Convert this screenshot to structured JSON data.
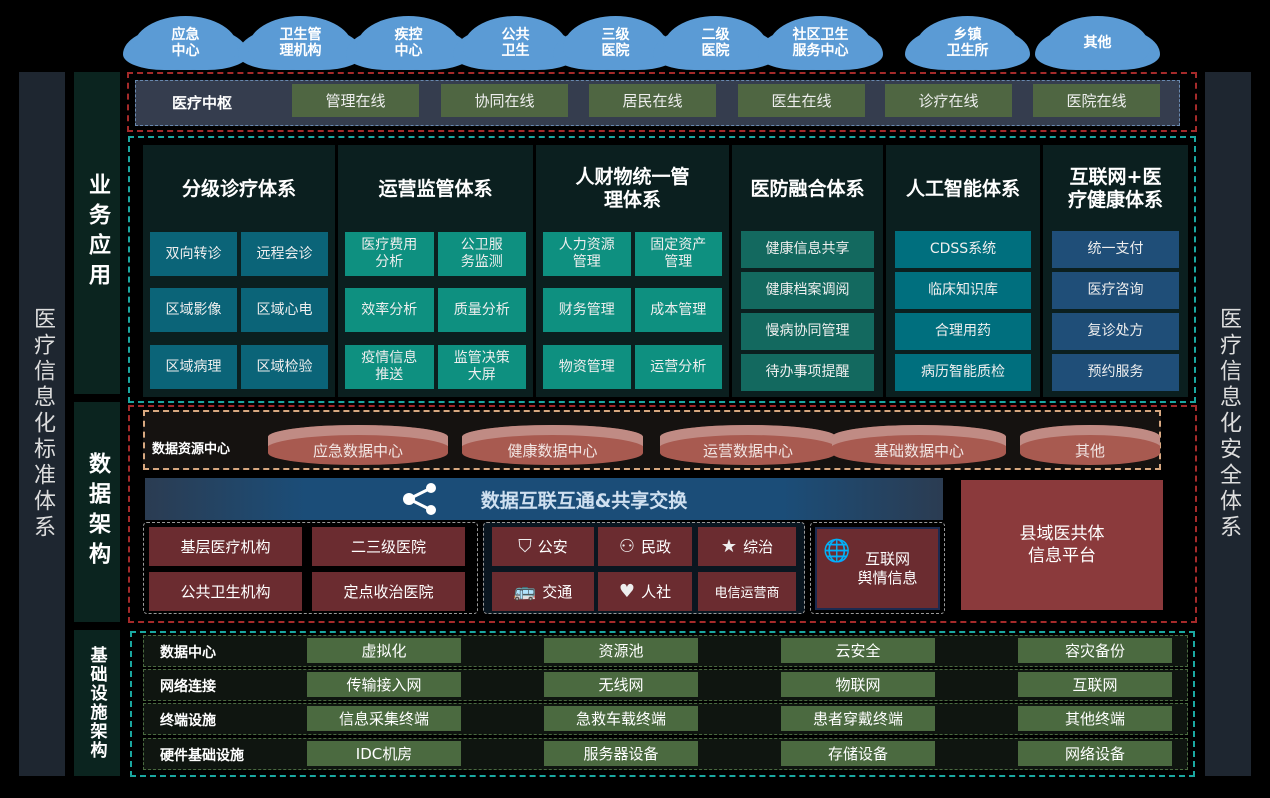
{
  "clouds": [
    "应急\n中心",
    "卫生管\n理机构",
    "疾控\n中心",
    "公共\n卫生",
    "三级\n医院",
    "二级\n医院",
    "社区卫生\n服务中心",
    "乡镇\n卫生所",
    "其他"
  ],
  "left_column": "医疗信息化标准体系",
  "right_column": "医疗信息化安全体系",
  "layers": {
    "business": "业务应用",
    "data": "数据架构",
    "infra": "基础设施架构"
  },
  "hub": {
    "label": "医疗中枢",
    "items": [
      "管理在线",
      "协同在线",
      "居民在线",
      "医生在线",
      "诊疗在线",
      "医院在线"
    ]
  },
  "systems": [
    {
      "title": "分级诊疗体系",
      "items": [
        "双向转诊",
        "远程会诊",
        "区域影像",
        "区域心电",
        "区域病理",
        "区域检验"
      ],
      "color": "#0b6478"
    },
    {
      "title": "运营监管体系",
      "items": [
        "医疗费用\n分析",
        "公卫服\n务监测",
        "效率分析",
        "质量分析",
        "疫情信息\n推送",
        "监管决策\n大屏"
      ],
      "color": "#0e9080"
    },
    {
      "title": "人财物统一管\n理体系",
      "items": [
        "人力资源\n管理",
        "固定资产\n管理",
        "财务管理",
        "成本管理",
        "物资管理",
        "运营分析"
      ],
      "color": "#0e9080"
    },
    {
      "title": "医防融合体系",
      "items": [
        "健康信息共享",
        "健康档案调阅",
        "慢病协同管理",
        "待办事项提醒"
      ],
      "color": "#13695f"
    },
    {
      "title": "人工智能体系",
      "items": [
        "CDSS系统",
        "临床知识库",
        "合理用药",
        "病历智能质检"
      ],
      "color": "#006f7e"
    },
    {
      "title": "互联网+医\n疗健康体系",
      "items": [
        "统一支付",
        "医疗咨询",
        "复诊处方",
        "预约服务"
      ],
      "color": "#1f4e78"
    }
  ],
  "data_center": {
    "label": "数据资源中心",
    "items": [
      "应急数据中心",
      "健康数据中心",
      "运营数据中心",
      "基础数据中心",
      "其他"
    ]
  },
  "exchange": {
    "label": "数据互联互通&共享交换"
  },
  "sources_medical": [
    "基层医疗机构",
    "二三级医院",
    "公共卫生机构",
    "定点收治医院"
  ],
  "sources_gov": [
    {
      "label": "公安",
      "icon": "police-badge-icon"
    },
    {
      "label": "民政",
      "icon": "civil-affairs-icon"
    },
    {
      "label": "综治",
      "icon": "shield-star-icon"
    },
    {
      "label": "交通",
      "icon": "bus-icon"
    },
    {
      "label": "人社",
      "icon": "heart-hands-icon"
    },
    {
      "label": "电信运营商",
      "icon": ""
    }
  ],
  "internet_info": "互联网\n舆情信息",
  "platform": "县域医共体\n信息平台",
  "infra": [
    {
      "label": "数据中心",
      "items": [
        "虚拟化",
        "资源池",
        "云安全",
        "容灾备份"
      ]
    },
    {
      "label": "网络连接",
      "items": [
        "传输接入网",
        "无线网",
        "物联网",
        "互联网"
      ]
    },
    {
      "label": "终端设施",
      "items": [
        "信息采集终端",
        "急救车载终端",
        "患者穿戴终端",
        "其他终端"
      ]
    },
    {
      "label": "硬件基础设施",
      "items": [
        "IDC机房",
        "服务器设备",
        "存储设备",
        "网络设备"
      ]
    }
  ]
}
